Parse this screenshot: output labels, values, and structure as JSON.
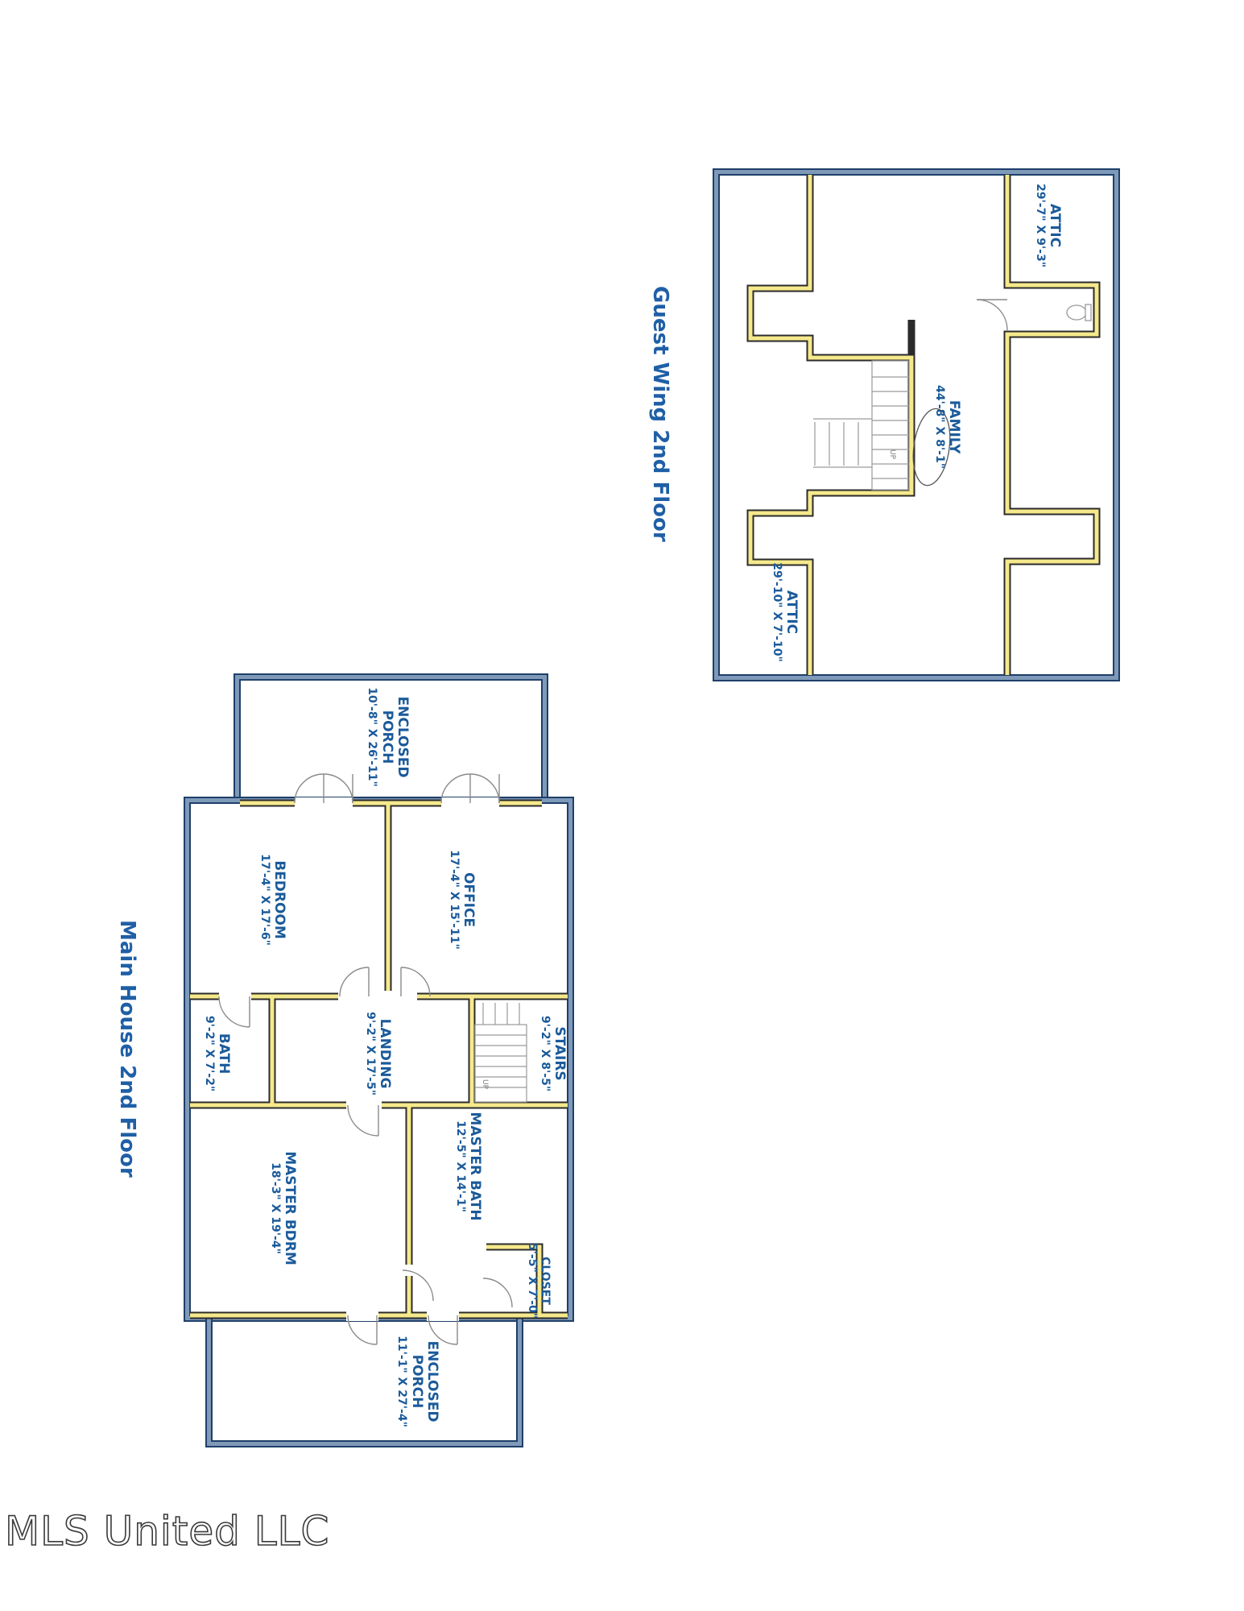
{
  "titles": {
    "main_house": "Main House 2nd Floor",
    "guest_wing": "Guest Wing 2nd Floor"
  },
  "watermark": "MLS United LLC",
  "stair_marker": "UP",
  "rooms": {
    "enclosed_porch_top": {
      "name": [
        "ENCLOSED",
        "PORCH"
      ],
      "dims": "10'-8\" X 26'-11\""
    },
    "bedroom": {
      "name": [
        "BEDROOM"
      ],
      "dims": "17'-4\" X 17'-6\""
    },
    "office": {
      "name": [
        "OFFICE"
      ],
      "dims": "17'-4\" X 15'-11\""
    },
    "bath": {
      "name": [
        "BATH"
      ],
      "dims": "9'-2\" X 7'-2\""
    },
    "landing": {
      "name": [
        "LANDING"
      ],
      "dims": "9'-2\" X 17'-5\""
    },
    "stairs": {
      "name": [
        "STAIRS"
      ],
      "dims": "9'-2\" X 8'-5\""
    },
    "master_bdrm": {
      "name": [
        "MASTER BDRM"
      ],
      "dims": "18'-3\" X 19'-4\""
    },
    "master_bath": {
      "name": [
        "MASTER BATH"
      ],
      "dims": "12'-5\" X 14'-1\""
    },
    "closet": {
      "name": [
        "CLOSET"
      ],
      "dims": "5'-5\" X 7'-0\""
    },
    "enclosed_porch_bottom": {
      "name": [
        "ENCLOSED",
        "PORCH"
      ],
      "dims": "11'-1\" X 27'-4\""
    },
    "attic_top": {
      "name": [
        "ATTIC"
      ],
      "dims": "29'-7\" X 9'-3\""
    },
    "family": {
      "name": [
        "FAMILY"
      ],
      "dims": "44'-8\" X 8'-1\""
    },
    "attic_bottom": {
      "name": [
        "ATTIC"
      ],
      "dims": "29'-10\" X 7'-10\""
    }
  }
}
